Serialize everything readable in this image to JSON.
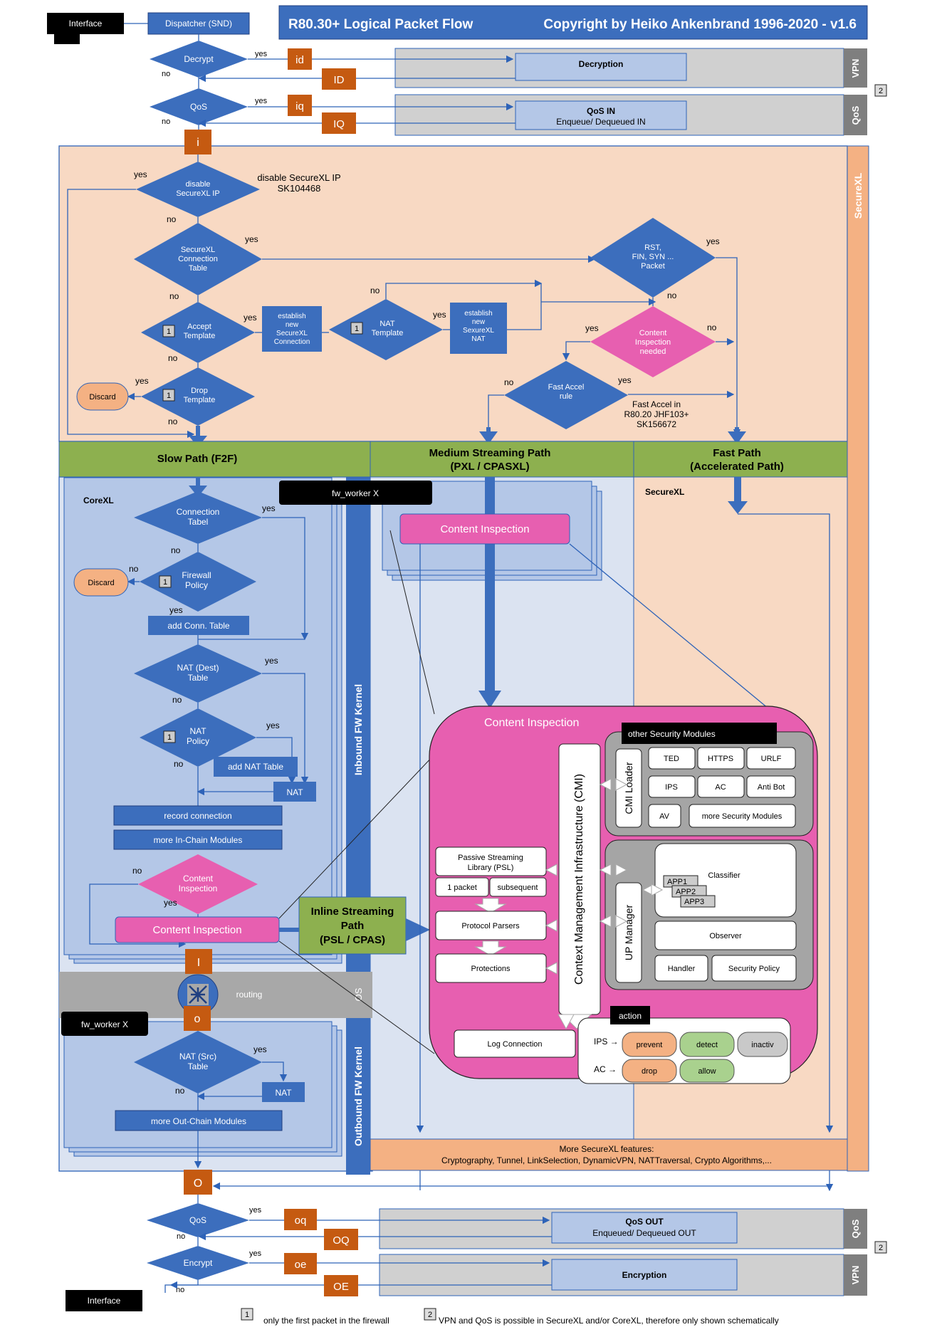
{
  "header": {
    "title": "R80.30+  Logical Packet Flow",
    "copyright": "Copyright by Heiko Ankenbrand 1996-2020 - v1.6"
  },
  "top": {
    "interface": "Interface",
    "dispatcher": "Dispatcher (SND)",
    "decrypt": "Decrypt",
    "qos": "QoS",
    "yes": "yes",
    "no": "no",
    "id": "id",
    "ID": "ID",
    "iq": "iq",
    "IQ": "IQ",
    "i": "i",
    "decryption": "Decryption",
    "qos_in_title": "QoS IN",
    "qos_in_sub": "Enqueue/ Dequeued IN",
    "vpn": "VPN",
    "qos_band": "QoS",
    "note2": "2"
  },
  "securexl": {
    "band": "SecureXL",
    "disable_ip_l1": "disable",
    "disable_ip_l2": "SecureXL IP",
    "disable_note_l1": "disable SecureXL IP",
    "disable_note_l2": "SK104468",
    "conn_table_l1": "SecureXL",
    "conn_table_l2": "Connection",
    "conn_table_l3": "Table",
    "accept_l1": "Accept",
    "accept_l2": "Template",
    "establish_conn_l1": "establish",
    "establish_conn_l2": "new",
    "establish_conn_l3": "SecureXL",
    "establish_conn_l4": "Connection",
    "nat_tpl_l1": "NAT",
    "nat_tpl_l2": "Template",
    "establish_nat_l1": "establish",
    "establish_nat_l2": "new",
    "establish_nat_l3": "SexureXL",
    "establish_nat_l4": "NAT",
    "rst_l1": "RST,",
    "rst_l2": "FIN, SYN ...",
    "rst_l3": "Packet",
    "ci_needed_l1": "Content",
    "ci_needed_l2": "Inspection",
    "ci_needed_l3": "needed",
    "drop_l1": "Drop",
    "drop_l2": "Template",
    "discard": "Discard",
    "fast_accel_l1": "Fast Accel",
    "fast_accel_l2": "rule",
    "fast_accel_note_l1": "Fast Accel in",
    "fast_accel_note_l2": "R80.20 JHF103+",
    "fast_accel_note_l3": "SK156672",
    "one": "1"
  },
  "paths": {
    "slow": "Slow Path (F2F)",
    "medium_l1": "Medium Streaming Path",
    "medium_l2": "(PXL / CPASXL)",
    "fast_l1": "Fast Path",
    "fast_l2": "(Accelerated Path)"
  },
  "corexl": {
    "title": "CoreXL",
    "fw_worker": "fw_worker X",
    "conn_tabel_l1": "Connection",
    "conn_tabel_l2": "Tabel",
    "fw_policy_l1": "Firewall",
    "fw_policy_l2": "Policy",
    "add_conn": "add Conn. Table",
    "nat_dest_l1": "NAT (Dest)",
    "nat_dest_l2": "Table",
    "nat_policy_l1": "NAT",
    "nat_policy_l2": "Policy",
    "add_nat": "add NAT Table",
    "nat": "NAT",
    "record": "record connection",
    "more_in": "more In-Chain Modules",
    "ci_l1": "Content",
    "ci_l2": "Inspection",
    "ci_bar": "Content Inspection",
    "inbound": "Inbound FW Kernel",
    "outbound": "Outbound FW Kernel",
    "os": "OS",
    "routing": "routing",
    "I": "I",
    "o": "o",
    "nat_src_l1": "NAT (Src)",
    "nat_src_l2": "Table",
    "more_out": "more Out-Chain Modules",
    "inline_l1": "Inline Streaming",
    "inline_l2": "Path",
    "inline_l3": "(PSL / CPAS)"
  },
  "medium": {
    "ci": "Content Inspection",
    "securexl": "SecureXL"
  },
  "ci_big": {
    "title": "Content Inspection",
    "other_modules": "other Security Modules",
    "modules": [
      "TED",
      "HTTPS",
      "URLF",
      "IPS",
      "AC",
      "Anti Bot",
      "AV",
      "more Security Modules"
    ],
    "cmi_loader": "CMI Loader",
    "cmi": "Context Management Infrastructure (CMI)",
    "psl_l1": "Passive Streaming",
    "psl_l2": "Library (PSL)",
    "one_packet": "1 packet",
    "subsequent": "subsequent",
    "parsers": "Protocol Parsers",
    "protections": "Protections",
    "classifier": "Classifier",
    "app1": "APP1",
    "app2": "APP2",
    "app3": "APP3",
    "observer": "Observer",
    "handler": "Handler",
    "security_policy": "Security Policy",
    "up_manager": "UP Manager",
    "log": "Log Connection",
    "action": "action",
    "ips": "IPS →",
    "ac": "AC →",
    "prevent": "prevent",
    "detect": "detect",
    "inactiv": "inactiv",
    "drop": "drop",
    "allow": "allow"
  },
  "more_features_l1": "More SecureXL features:",
  "more_features_l2": "Cryptography, Tunnel, LinkSelection, DynamicVPN, NATTraversal, Crypto Algorithms,...",
  "bottom": {
    "O": "O",
    "qos": "QoS",
    "encrypt": "Encrypt",
    "oq": "oq",
    "OQ": "OQ",
    "oe": "oe",
    "OE": "OE",
    "qos_out_title": "QoS OUT",
    "qos_out_sub": "Enqueued/ Dequeued OUT",
    "encryption": "Encryption",
    "interface": "Interface",
    "qos_band": "QoS",
    "vpn": "VPN",
    "note2": "2",
    "foot1_num": "1",
    "foot1": "only the first packet in the firewall",
    "foot2_num": "2",
    "foot2": "VPN and QoS is possible in SecureXL and/or CoreXL, therefore only shown schematically"
  },
  "colors": {
    "blue": "#3c6ebd",
    "orange": "#c55a11",
    "peach": "#f8d9c3",
    "salmon": "#f4b183",
    "pink": "#e75fb0",
    "green": "#8db04f",
    "lightblue": "#b4c7e7",
    "grey": "#d0d0d0"
  }
}
